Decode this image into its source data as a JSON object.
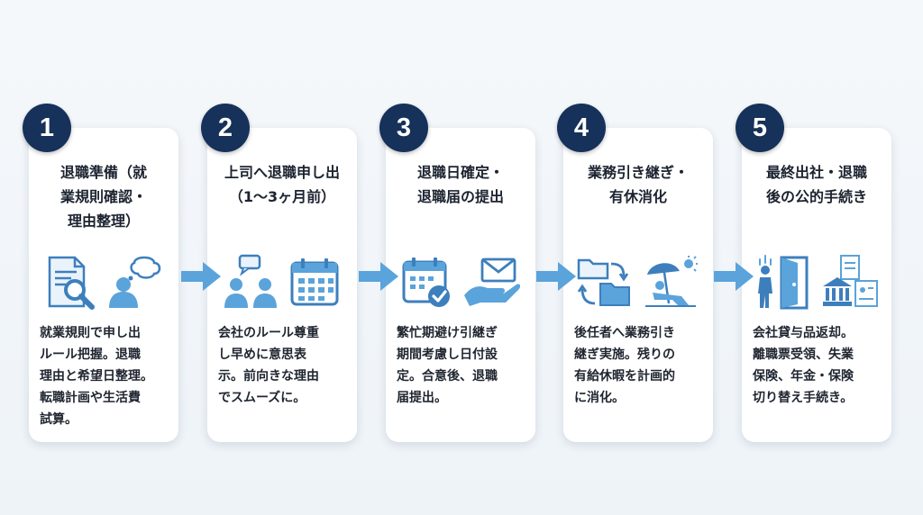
{
  "steps": [
    {
      "number": "1",
      "title": "退職準備（就\n業規則確認・\n理由整理）",
      "icons": [
        "document-search-icon",
        "person-thinking-icon"
      ],
      "description": "就業規則で申し出\nルール把握。退職\n理由と希望日整理。\n転職計画や生活費\n試算。"
    },
    {
      "number": "2",
      "title": "上司へ退職申し出\n（1〜3ヶ月前）",
      "icons": [
        "meeting-people-icon",
        "calendar-icon"
      ],
      "description": "会社のルール尊重\nし早めに意思表\n示。前向きな理由\nでスムーズに。"
    },
    {
      "number": "3",
      "title": "退職日確定・\n退職届の提出",
      "icons": [
        "calendar-check-icon",
        "hand-envelope-icon"
      ],
      "description": "繁忙期避け引継ぎ\n期間考慮し日付設\n定。合意後、退職\n届提出。"
    },
    {
      "number": "4",
      "title": "業務引き継ぎ・\n有休消化",
      "icons": [
        "folder-transfer-icon",
        "beach-relax-icon"
      ],
      "description": "後任者へ業務引き\n継ぎ実施。残りの\n有給休暇を計画的\nに消化。"
    },
    {
      "number": "5",
      "title": "最終出社・退職\n後の公的手続き",
      "icons": [
        "person-leaving-door-icon",
        "public-office-documents-icon"
      ],
      "description": "会社貸与品返却。\n離職票受領、失業\n保険、年金・保険\n切り替え手続き。"
    }
  ],
  "colors": {
    "badge": "#16315a",
    "icon": "#5aa3db",
    "icon_dark": "#3d7fbd",
    "arrow": "#5aa3db"
  }
}
